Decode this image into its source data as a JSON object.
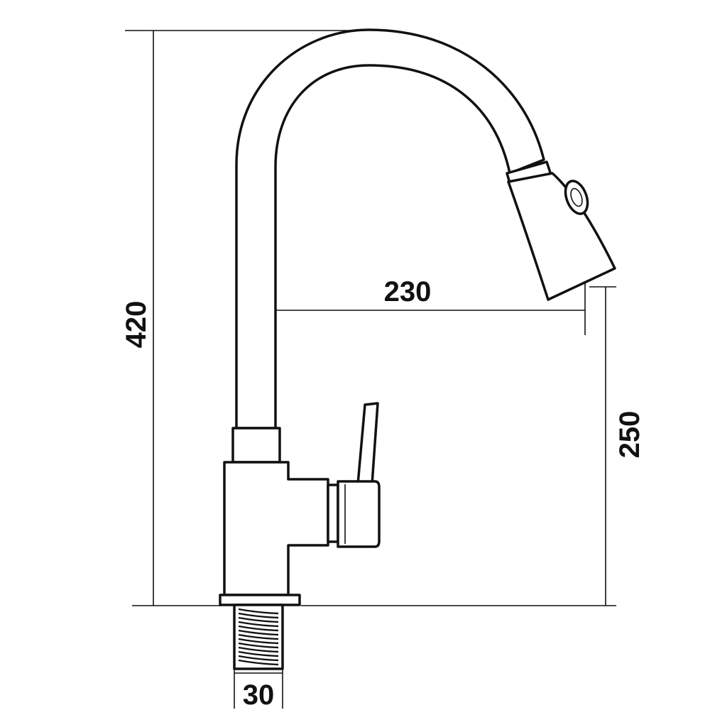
{
  "dimensions": {
    "total_height": "420",
    "spout_reach": "230",
    "spout_clearance": "250",
    "thread_diameter": "30"
  },
  "colors": {
    "line": "#111111",
    "background": "#ffffff"
  }
}
